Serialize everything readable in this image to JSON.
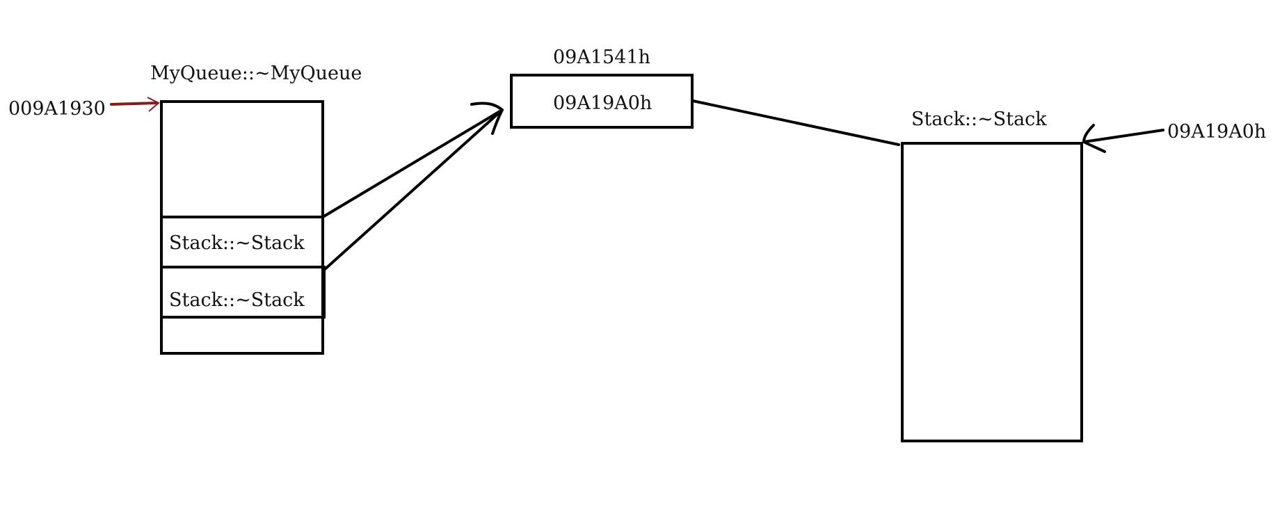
{
  "labels": {
    "address_left": "009A1930",
    "myqueue_title": "MyQueue::~MyQueue",
    "stack_slot_1": "Stack::~Stack",
    "stack_slot_2": "Stack::~Stack",
    "pointer_title": "09A1541h",
    "pointer_value": "09A19A0h",
    "right_stack_title": "Stack::~Stack",
    "address_right": "09A19A0h"
  },
  "colors": {
    "line": "#000000",
    "accent_arrow": "#8b1a1a",
    "background": "#ffffff"
  }
}
